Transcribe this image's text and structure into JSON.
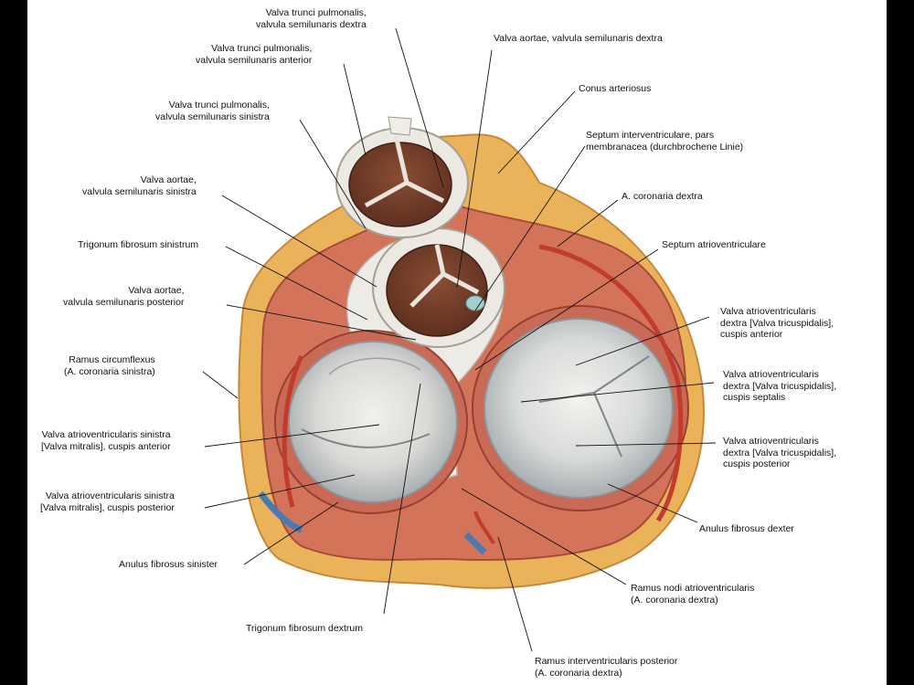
{
  "labels": {
    "tp_dextra": "Valva trunci pulmonalis,\nvalvula semilunaris dextra",
    "tp_anterior": "Valva trunci pulmonalis,\nvalvula semilunaris anterior",
    "tp_sinistra": "Valva trunci pulmonalis,\nvalvula semilunaris sinistra",
    "ao_sinistra": "Valva aortae,\nvalvula semilunaris sinistra",
    "trig_sin": "Trigonum fibrosum sinistrum",
    "ao_posterior": "Valva aortae,\nvalvula semilunaris posterior",
    "ramus_circ": "Ramus circumflexus\n(A. coronaria sinistra)",
    "mitral_ant": "Valva atrioventricularis sinistra\n[Valva mitralis], cuspis anterior",
    "mitral_post": "Valva atrioventricularis sinistra\n[Valva mitralis], cuspis posterior",
    "anulus_sin": "Anulus fibrosus sinister",
    "trig_dex": "Trigonum fibrosum dextrum",
    "ao_dextra": "Valva aortae, valvula semilunaris dextra",
    "conus": "Conus arteriosus",
    "septum_memb": "Septum interventriculare, pars\nmembranacea (durchbrochene Linie)",
    "a_coronaria_dextra": "A. coronaria dextra",
    "septum_av": "Septum atrioventriculare",
    "tric_ant": "Valva atrioventricularis\ndextra [Valva tricuspidalis],\ncuspis anterior",
    "tric_sept": "Valva atrioventricularis\ndextra [Valva tricuspidalis],\ncuspis septalis",
    "tric_post": "Valva atrioventricularis\ndextra [Valva tricuspidalis],\ncuspis posterior",
    "anulus_dex": "Anulus fibrosus dexter",
    "ramus_nodi": "Ramus nodi atrioventricularis\n(A. coronaria dextra)",
    "ramus_iv_post": "Ramus interventricularis posterior\n(A. coronaria dextra)"
  }
}
